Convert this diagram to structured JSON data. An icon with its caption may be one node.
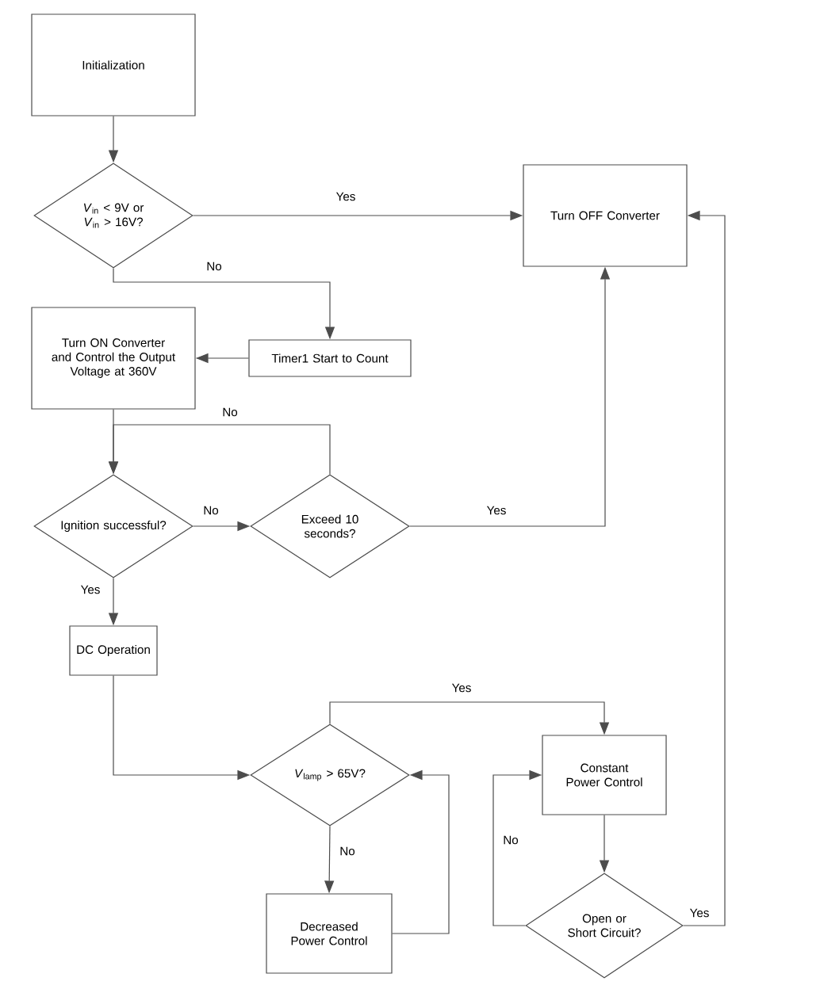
{
  "diagram": {
    "nodes": [
      {
        "text": [
          "Initialization"
        ]
      },
      {
        "text": [
          "*V*$_{in}$ < 9V or *V*$_{in}$ > 16V?"
        ]
      },
      {
        "text": [
          "Turn OFF Converter"
        ]
      },
      {
        "text": [
          "Turn ON Converter and Control the Output Voltage at 360V"
        ]
      },
      {
        "text": [
          "Timer1 Start to Count"
        ]
      },
      {
        "text": [
          "Ignition successful?"
        ]
      },
      {
        "text": [
          "Exceed 10 seconds?"
        ]
      },
      {
        "text": [
          "DC Operation"
        ]
      },
      {
        "text": [
          "*V*$_{lamp}$ > 65V?"
        ]
      },
      {
        "text": [
          "Constant Power Control"
        ]
      },
      {
        "text": [
          "Decreased Power Control"
        ]
      },
      {
        "text": [
          "Open or Short Circuit?"
        ]
      }
    ],
    "edges": [
      {
        "from": 0,
        "to": 1,
        "arrow": "to"
      },
      {
        "from": 1,
        "to": 2,
        "arrow": "to",
        "label": "Yes"
      },
      {
        "from": 1,
        "to": 4,
        "arrow": "to",
        "label": "No"
      },
      {
        "from": 4,
        "to": 3,
        "arrow": "to"
      },
      {
        "from": 3,
        "to": 5,
        "arrow": "to"
      },
      {
        "from": 5,
        "to": 6,
        "arrow": "to",
        "label": "No"
      },
      {
        "from": 6,
        "to": 5,
        "arrow": "to",
        "label": "No"
      },
      {
        "from": 6,
        "to": 2,
        "arrow": "to",
        "label": "Yes"
      },
      {
        "from": 5,
        "to": 7,
        "arrow": "to",
        "label": "Yes"
      },
      {
        "from": 7,
        "to": 8,
        "arrow": "to"
      },
      {
        "from": 8,
        "to": 9,
        "arrow": "to",
        "label": "Yes"
      },
      {
        "from": 8,
        "to": 10,
        "arrow": "to",
        "label": "No"
      },
      {
        "from": 10,
        "to": 8,
        "arrow": "to"
      },
      {
        "from": 9,
        "to": 11,
        "arrow": "to"
      },
      {
        "from": 11,
        "to": 9,
        "arrow": "to",
        "label": "No"
      },
      {
        "from": 11,
        "to": 2,
        "arrow": "to",
        "label": "Yes"
      }
    ]
  }
}
